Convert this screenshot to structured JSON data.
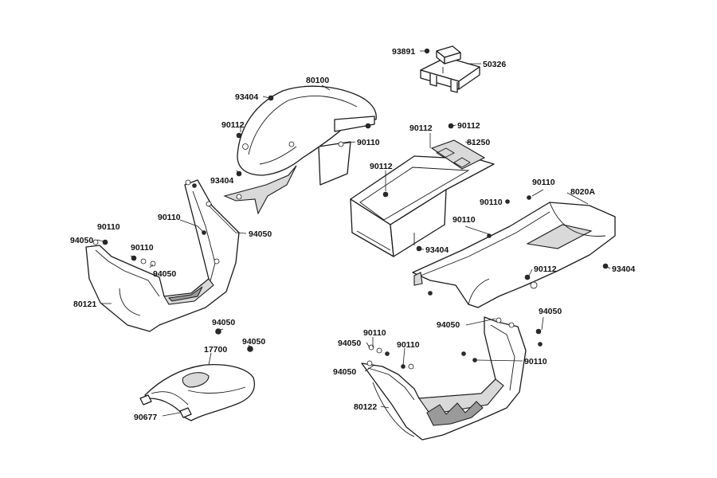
{
  "labels": [
    {
      "id": "93891",
      "text": "93891"
    },
    {
      "id": "50326",
      "text": "50326"
    },
    {
      "id": "80100",
      "text": "80100"
    },
    {
      "id": "93404a",
      "text": "93404"
    },
    {
      "id": "90112a",
      "text": "90112"
    },
    {
      "id": "90110a",
      "text": "90110"
    },
    {
      "id": "93404b",
      "text": "93404"
    },
    {
      "id": "90110b",
      "text": "90110"
    },
    {
      "id": "94050a",
      "text": "94050"
    },
    {
      "id": "90110c",
      "text": "90110"
    },
    {
      "id": "94050b",
      "text": "94050"
    },
    {
      "id": "90110d",
      "text": "90110"
    },
    {
      "id": "94050c",
      "text": "94050"
    },
    {
      "id": "80121",
      "text": "80121"
    },
    {
      "id": "90112b",
      "text": "90112"
    },
    {
      "id": "90112c",
      "text": "90112"
    },
    {
      "id": "81250",
      "text": "81250"
    },
    {
      "id": "90112d",
      "text": "90112"
    },
    {
      "id": "90110e",
      "text": "90110"
    },
    {
      "id": "8020A",
      "text": "8020A"
    },
    {
      "id": "90110f",
      "text": "90110"
    },
    {
      "id": "90110g",
      "text": "90110"
    },
    {
      "id": "93404c",
      "text": "93404"
    },
    {
      "id": "90112e",
      "text": "90112"
    },
    {
      "id": "93404d",
      "text": "93404"
    },
    {
      "id": "94050d",
      "text": "94050"
    },
    {
      "id": "94050e",
      "text": "94050"
    },
    {
      "id": "90110h",
      "text": "90110"
    },
    {
      "id": "94050f",
      "text": "94050"
    },
    {
      "id": "90110i",
      "text": "90110"
    },
    {
      "id": "90110j",
      "text": "90110"
    },
    {
      "id": "94050g",
      "text": "94050"
    },
    {
      "id": "80122",
      "text": "80122"
    },
    {
      "id": "94050h",
      "text": "94050"
    },
    {
      "id": "94050i",
      "text": "94050"
    },
    {
      "id": "17700",
      "text": "17700"
    },
    {
      "id": "90677",
      "text": "90677"
    }
  ]
}
